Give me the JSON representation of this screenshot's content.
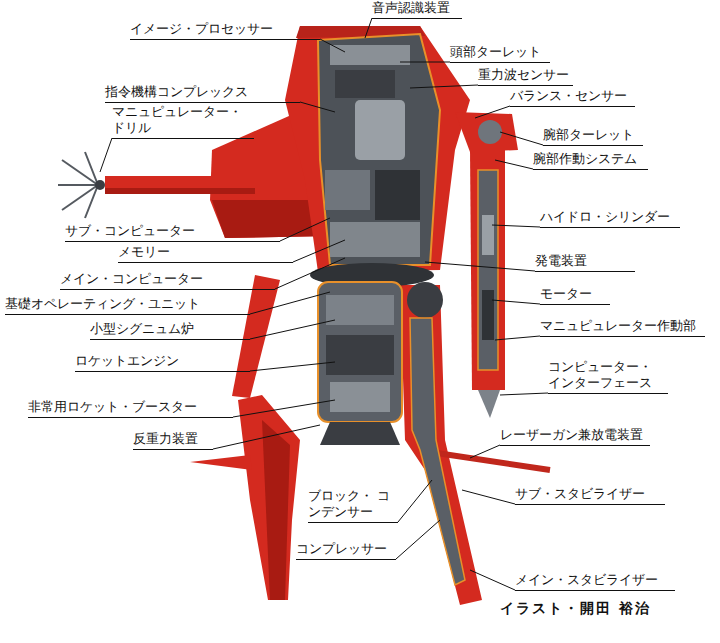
{
  "diagram": {
    "labels": [
      "イメージ・プロセッサー",
      "指令機構コンプレックス",
      "マニュピュレーター・ ドリル",
      "サブ・コンピューター",
      "メモリー",
      "メイン・コンピューター",
      "基礎オペレーティング・ユニット",
      "小型シグニュム炉",
      "ロケットエンジン",
      "非常用ロケット・ブースター",
      "反重力装置",
      "ブロック・ コンデンサー",
      "コンプレッサー",
      "音声認識装置",
      "頭部ターレット",
      "重力波センサー",
      "バランス・センサー",
      "腕部ターレット",
      "腕部作動システム",
      "ハイドロ・シリンダー",
      "発電装置",
      "モーター",
      "マニュピュレーター作動部",
      "コンピューター・ インターフェース",
      "レーザーガン兼放電装置",
      "サブ・スタビライザー",
      "メイン・スタビライザー",
      "イラスト・開田 裕治"
    ]
  }
}
